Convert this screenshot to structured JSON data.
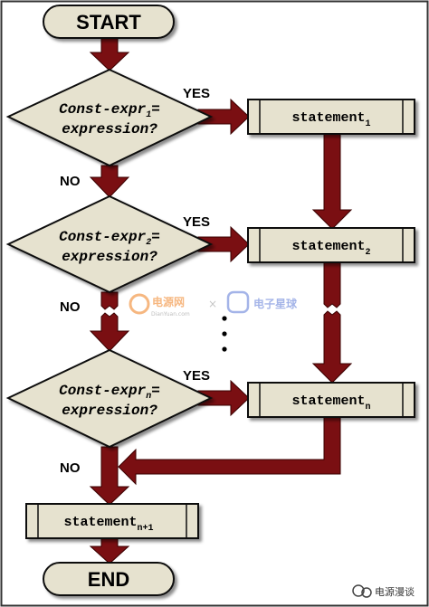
{
  "nodes": {
    "start": "START",
    "end": "END",
    "decision1": {
      "line1": "Const-expr",
      "sub": "1",
      "line1_end": "=",
      "line2": "expression?"
    },
    "decision2": {
      "line1": "Const-expr",
      "sub": "2",
      "line1_end": "=",
      "line2": "expression?"
    },
    "decisionn": {
      "line1": "Const-expr",
      "sub": "n",
      "line1_end": "=",
      "line2": "expression?"
    },
    "stmt1": {
      "label": "statement",
      "sub": "1"
    },
    "stmt2": {
      "label": "statement",
      "sub": "2"
    },
    "stmtn": {
      "label": "statement",
      "sub": "n"
    },
    "stmtn1": {
      "label": "statement",
      "sub": "n+1"
    }
  },
  "labels": {
    "yes1": "YES",
    "yes2": "YES",
    "yesn": "YES",
    "no1": "NO",
    "no2": "NO",
    "non": "NO"
  },
  "watermark": {
    "logo1": "电源网",
    "logo1_sub": "DianYuan.com",
    "separator": "×",
    "logo2": "电子星球",
    "corner": "电源漫谈"
  },
  "colors": {
    "frame": "#333333",
    "shape_fill": "#e6e2cf",
    "arrow": "#7a0f12",
    "arrow_edge": "#3a0000"
  }
}
